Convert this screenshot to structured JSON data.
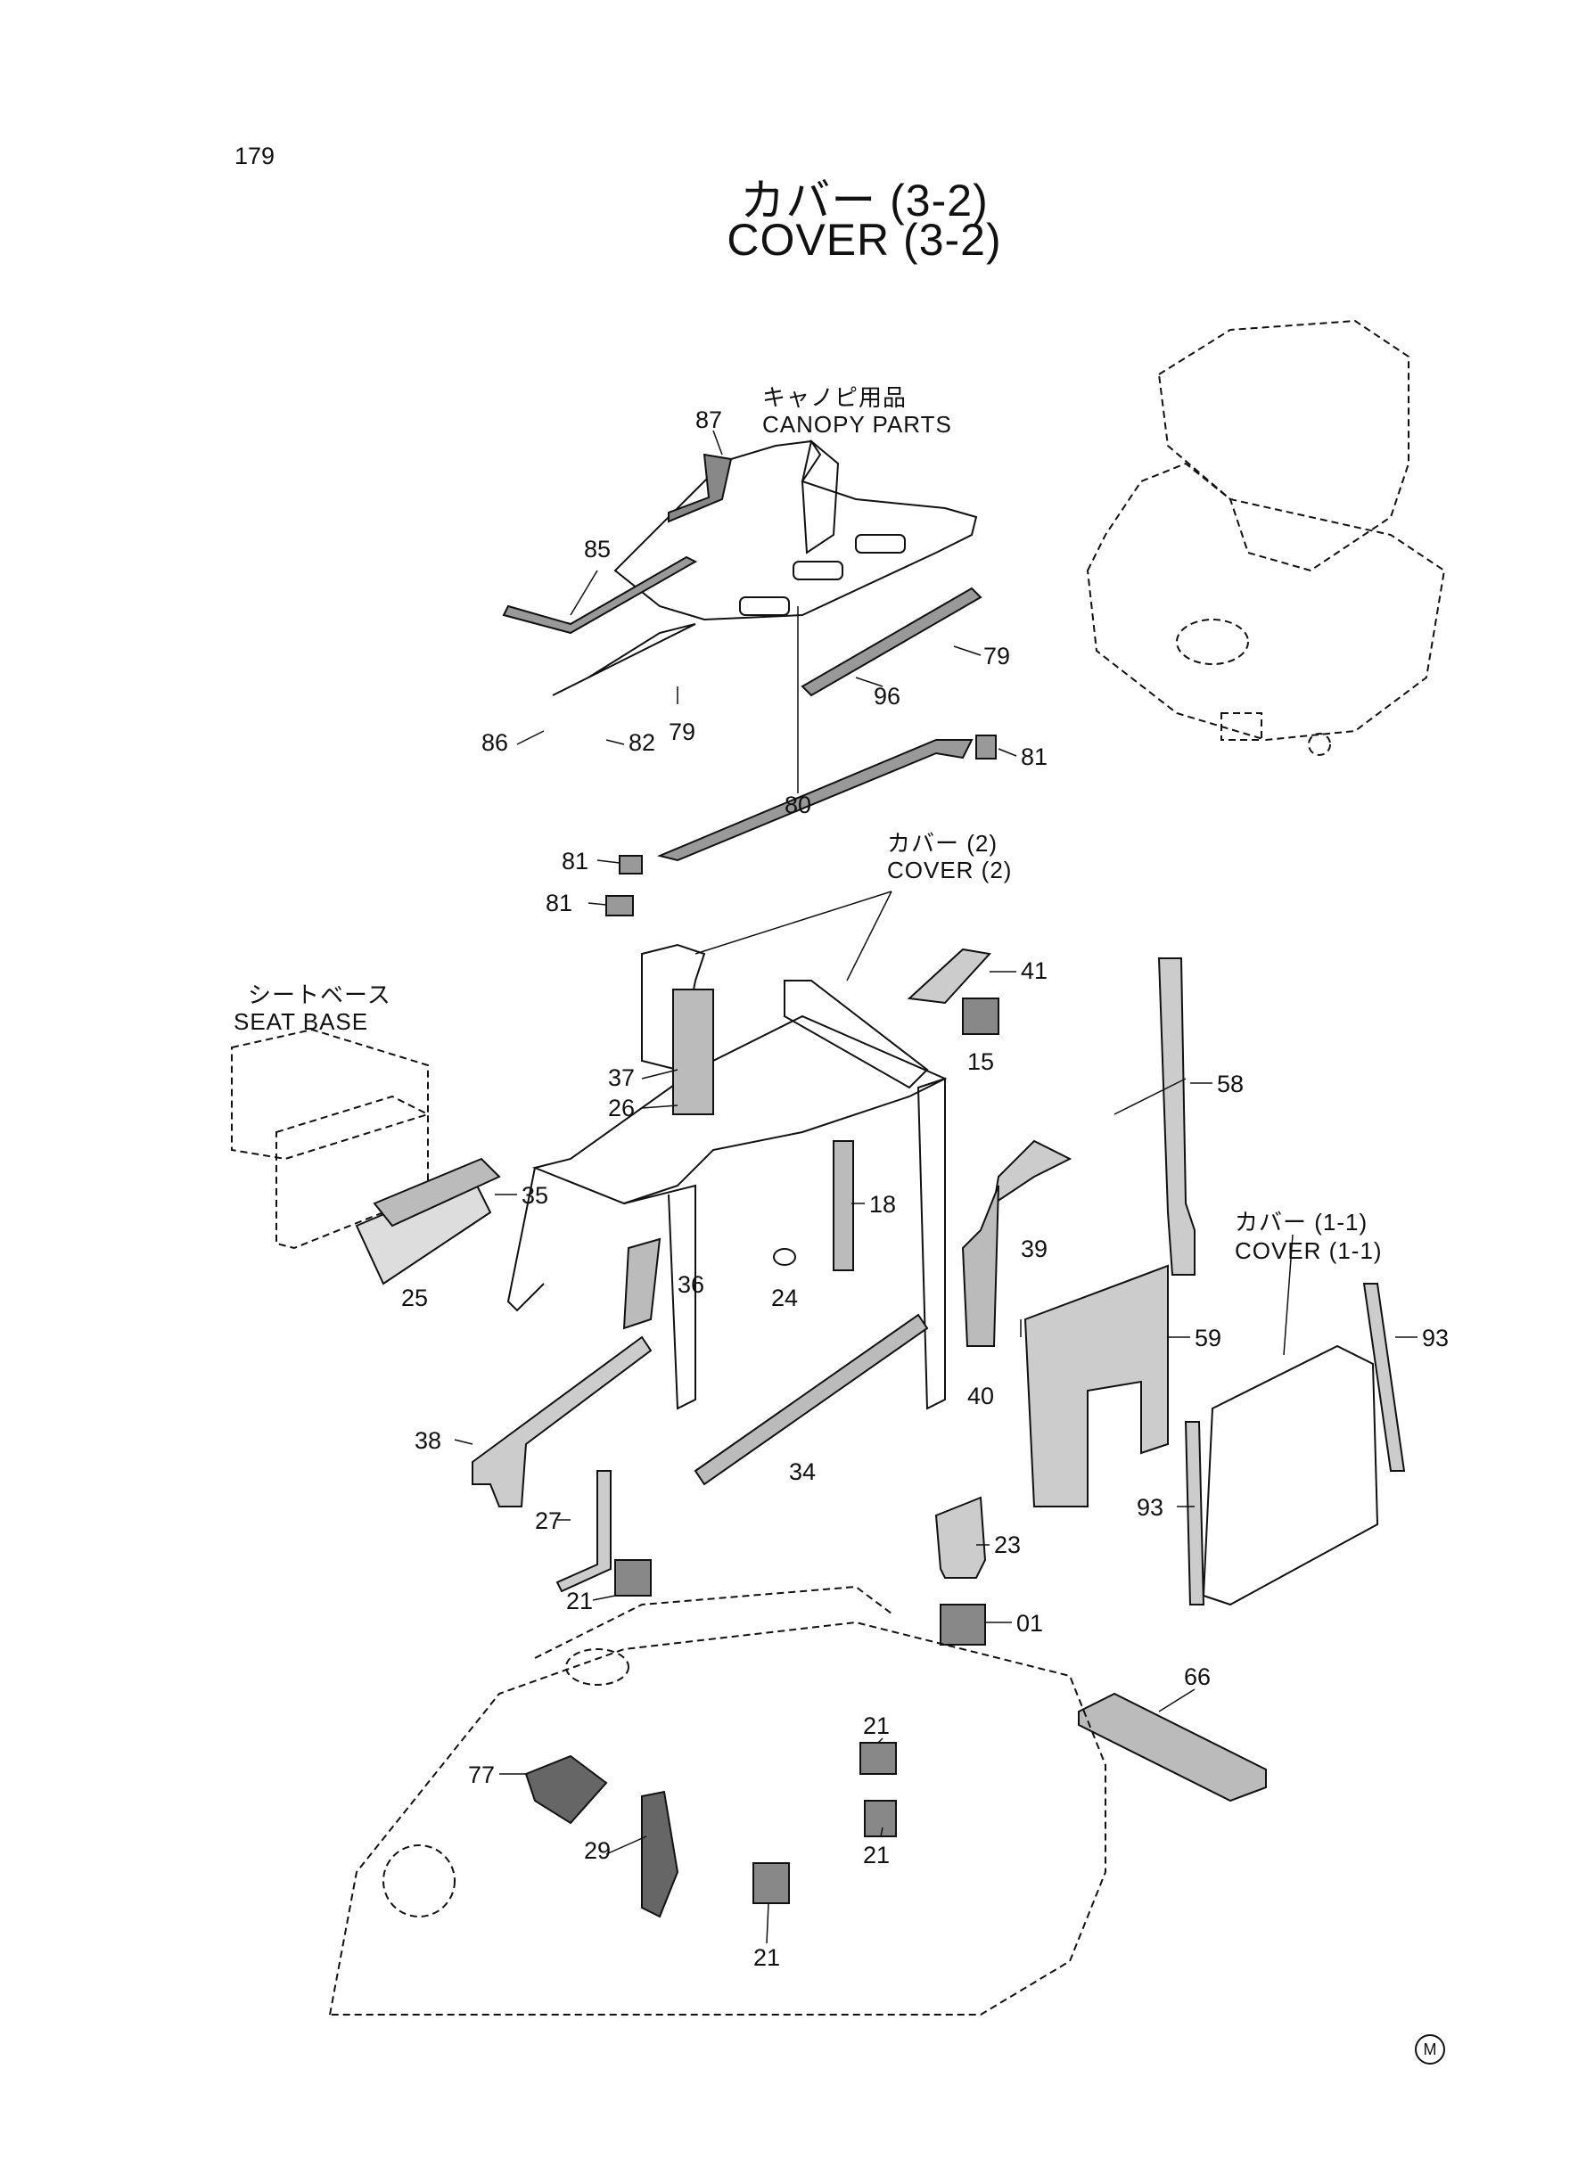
{
  "page_number": "179",
  "title": {
    "jp": "カバー (3-2)",
    "en": "COVER (3-2)"
  },
  "groups": {
    "canopy_jp": "キャノピ用品",
    "canopy_en": "CANOPY PARTS",
    "cover2_jp": "カバー (2)",
    "cover2_en": "COVER (2)",
    "seat_jp": "シートベース",
    "seat_en": "SEAT BASE",
    "cover11_jp": "カバー (1-1)",
    "cover11_en": "COVER (1-1)"
  },
  "parts": [
    "87",
    "85",
    "79",
    "96",
    "79",
    "86",
    "82",
    "81",
    "80",
    "81",
    "81",
    "41",
    "15",
    "58",
    "37",
    "26",
    "35",
    "25",
    "36",
    "18",
    "39",
    "24",
    "59",
    "93",
    "38",
    "40",
    "34",
    "93",
    "27",
    "23",
    "21",
    "01",
    "66",
    "77",
    "21",
    "29",
    "21",
    "21"
  ],
  "mark": "M"
}
